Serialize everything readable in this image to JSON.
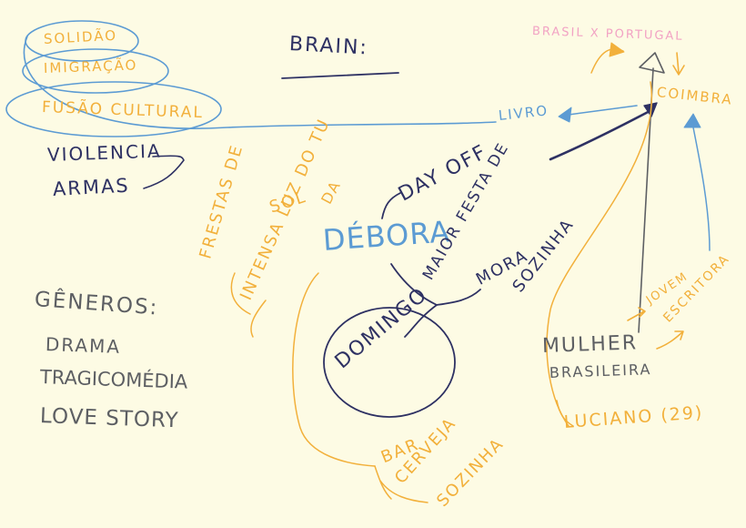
{
  "colors": {
    "paper": "#fdfbe4",
    "navy": "#2e3163",
    "orange": "#f2b03b",
    "blue": "#5c9bd3",
    "grey": "#5d5f63",
    "pink": "#f2a2c4"
  },
  "title": "BRAIN:",
  "themes": [
    "SOLIDÃO",
    "IMIGRAÇÃO",
    "FUSÃO CULTURAL",
    "VIOLENCIA",
    "ARMAS"
  ],
  "places": {
    "route": "BRASIL X PORTUGAL",
    "city": "COIMBRA",
    "book": "LIVRO"
  },
  "center": "DÉBORA",
  "center_notes": [
    "FRESTAS DE",
    "SOL",
    "INTENSA LUZ DO TU",
    "DA",
    "DAY OFF",
    "MAIOR FESTA DE",
    "MORA",
    "SOZINHA"
  ],
  "sunday": "DOMINGO",
  "sunday_notes": [
    "BAR",
    "CERVEJA",
    "SOZINHA"
  ],
  "woman": [
    "MULHER",
    "BRASILEIRA"
  ],
  "woman_notes": [
    "JOVEM",
    "ESCRITORA"
  ],
  "partner": "LUCIANO (29)",
  "genres_label": "GÊNEROS:",
  "genres": [
    "DRAMA",
    "TRAGICOMÉDIA",
    "LOVE STORY"
  ]
}
